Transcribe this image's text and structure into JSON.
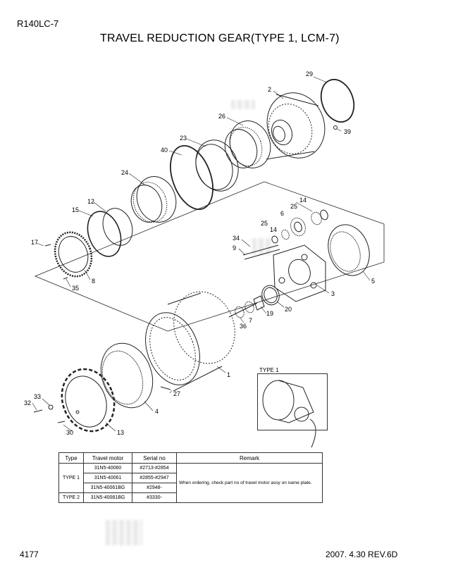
{
  "header": {
    "model": "R140LC-7",
    "title": "TRAVEL REDUCTION GEAR(TYPE 1, LCM-7)"
  },
  "inset": {
    "label": "TYPE 1"
  },
  "callouts": [
    "29",
    "2",
    "26",
    "39",
    "23",
    "40",
    "24",
    "12",
    "15",
    "17",
    "35",
    "8",
    "34",
    "9",
    "25",
    "14",
    "6",
    "14",
    "25",
    "3",
    "5",
    "20",
    "19",
    "7",
    "36",
    "1",
    "27",
    "4",
    "33",
    "32",
    "30",
    "13"
  ],
  "table": {
    "headers": [
      "Type",
      "Travel motor",
      "Serial no",
      "Remark"
    ],
    "rows": [
      {
        "type": "",
        "motor": "31N5-40060",
        "serial": "#2713-#2854"
      },
      {
        "type": "TYPE 1",
        "motor": "31N5-40061",
        "serial": "#2855-#2947"
      },
      {
        "type": "",
        "motor": "31N5-40061BG",
        "serial": "#2948-"
      },
      {
        "type": "TYPE 2",
        "motor": "31N5-40081BG",
        "serial": "#3330-"
      }
    ],
    "remark": "When ordering, check part no of travel motor assy on name plate."
  },
  "footer": {
    "page": "4177",
    "date_rev": "2007. 4.30  REV.6D"
  }
}
